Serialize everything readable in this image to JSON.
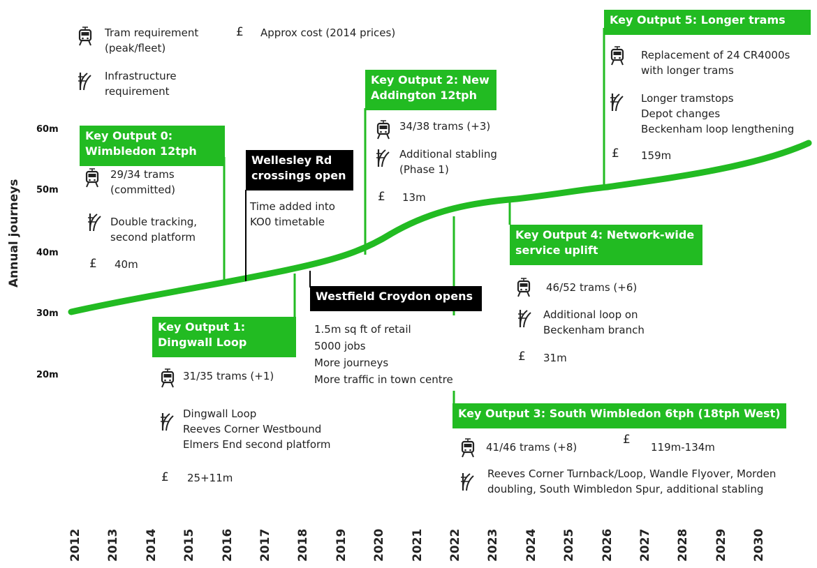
{
  "colors": {
    "accent": "#22bb22",
    "dark": "#000000"
  },
  "yaxis": {
    "title": "Annual journeys",
    "ticks": [
      "60m",
      "50m",
      "40m",
      "30m",
      "20m"
    ]
  },
  "xaxis": {
    "years": [
      "2012",
      "2013",
      "2014",
      "2015",
      "2016",
      "2017",
      "2018",
      "2019",
      "2020",
      "2021",
      "2022",
      "2023",
      "2024",
      "2025",
      "2026",
      "2027",
      "2028",
      "2029",
      "2030"
    ]
  },
  "legend": {
    "tram": "Tram requirement\n(peak/fleet)",
    "infra": "Infrastructure\nrequirement",
    "cost": "Approx cost (2014 prices)"
  },
  "ko0": {
    "title": "Key Output 0:\nWimbledon 12tph",
    "trams": "29/34 trams\n(committed)",
    "infra": "Double tracking,\nsecond platform",
    "cost": "40m"
  },
  "wellesley": {
    "title": "Wellesley Rd\ncrossings open",
    "text": "Time added into\nKO0 timetable"
  },
  "ko1": {
    "title": "Key Output 1:\nDingwall Loop",
    "trams": "31/35 trams (+1)",
    "infra": "Dingwall Loop\nReeves Corner Westbound\nElmers End second platform",
    "cost": "25+11m"
  },
  "westfield": {
    "title": "Westfield Croydon opens",
    "text": "1.5m sq ft of retail\n5000 jobs\nMore journeys\nMore traffic in town centre"
  },
  "ko2": {
    "title": "Key Output 2: New\nAddington 12tph",
    "trams": "34/38 trams (+3)",
    "infra": "Additional stabling\n(Phase 1)",
    "cost": "13m"
  },
  "ko3": {
    "title": "Key Output 3: South Wimbledon 6tph (18tph West)",
    "trams": "41/46 trams (+8)",
    "cost": "119m-134m",
    "infra": "Reeves Corner Turnback/Loop, Wandle Flyover, Morden\ndoubling, South Wimbledon Spur, additional stabling"
  },
  "ko4": {
    "title": "Key Output 4: Network-wide\nservice uplift",
    "trams": "46/52 trams (+6)",
    "infra": "Additional loop on\nBeckenham branch",
    "cost": "31m"
  },
  "ko5": {
    "title": "Key Output 5: Longer trams",
    "trams": "Replacement of 24 CR4000s\nwith longer trams",
    "infra": "Longer tramstops\nDepot changes\nBeckenham loop lengthening",
    "cost": "159m"
  },
  "pound_symbol": "£"
}
